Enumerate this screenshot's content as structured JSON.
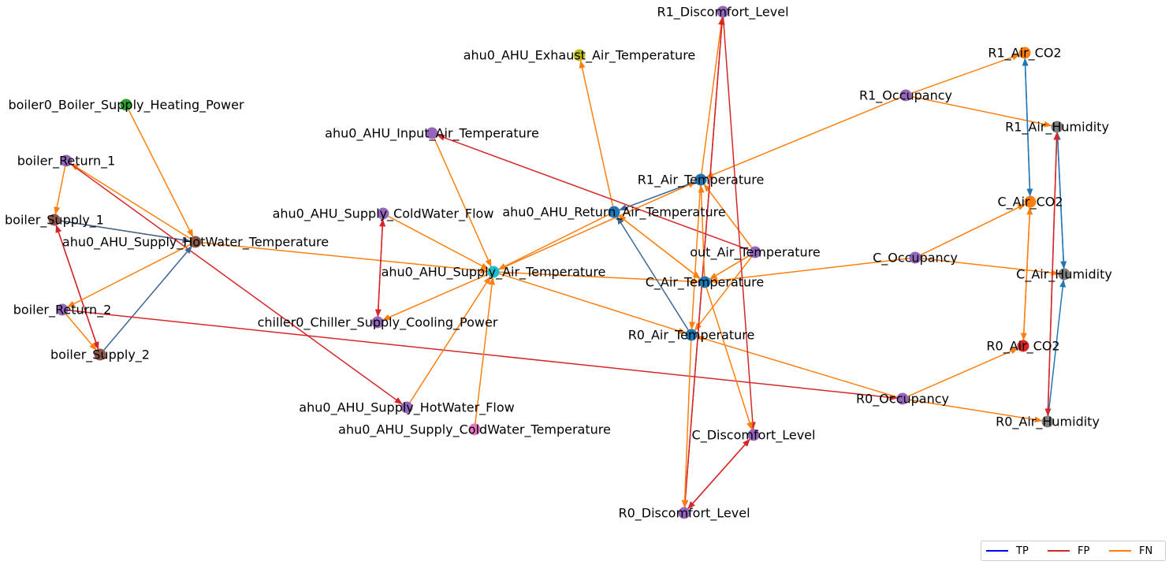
{
  "colors": {
    "TP": "#1f77b4",
    "FP": "#d62728",
    "FN": "#ff7f0e",
    "TP_dark": "#3b6695"
  },
  "legend": [
    {
      "label": "TP",
      "color": "#0000ff"
    },
    {
      "label": "FP",
      "color": "#d62728"
    },
    {
      "label": "FN",
      "color": "#ff7f0e"
    }
  ],
  "nodes": [
    {
      "id": "R1_Discomfort_Level",
      "label": "R1_Discomfort_Level",
      "color": "#9467bd"
    },
    {
      "id": "ahu0_AHU_Exhaust_Air_Temperature",
      "label": "ahu0_AHU_Exhaust_Air_Temperature",
      "color": "#bcbd22"
    },
    {
      "id": "R1_Air_CO2",
      "label": "R1_Air_CO2",
      "color": "#ff7f0e"
    },
    {
      "id": "boiler0_Boiler_Supply_Heating_Power",
      "label": "boiler0_Boiler_Supply_Heating_Power",
      "color": "#2ca02c"
    },
    {
      "id": "R1_Occupancy",
      "label": "R1_Occupancy",
      "color": "#9467bd"
    },
    {
      "id": "R1_Air_Humidity",
      "label": "R1_Air_Humidity",
      "color": "#7f7f7f"
    },
    {
      "id": "ahu0_AHU_Input_Air_Temperature",
      "label": "ahu0_AHU_Input_Air_Temperature",
      "color": "#9467bd"
    },
    {
      "id": "boiler_Return_1",
      "label": "boiler_Return_1",
      "color": "#9467bd"
    },
    {
      "id": "R1_Air_Temperature",
      "label": "R1_Air_Temperature",
      "color": "#1f77b4"
    },
    {
      "id": "C_Air_CO2",
      "label": "C_Air_CO2",
      "color": "#ff7f0e"
    },
    {
      "id": "ahu0_AHU_Supply_ColdWater_Flow",
      "label": "ahu0_AHU_Supply_ColdWater_Flow",
      "color": "#9467bd"
    },
    {
      "id": "ahu0_AHU_Return_Air_Temperature",
      "label": "ahu0_AHU_Return_Air_Temperature",
      "color": "#1f77b4"
    },
    {
      "id": "boiler_Supply_1",
      "label": "boiler_Supply_1",
      "color": "#8c564b"
    },
    {
      "id": "ahu0_AHU_Supply_HotWater_Temperature",
      "label": "ahu0_AHU_Supply_HotWater_Temperature",
      "color": "#8c564b"
    },
    {
      "id": "out_Air_Temperature",
      "label": "out_Air_Temperature",
      "color": "#9467bd"
    },
    {
      "id": "C_Occupancy",
      "label": "C_Occupancy",
      "color": "#9467bd"
    },
    {
      "id": "ahu0_AHU_Supply_Air_Temperature",
      "label": "ahu0_AHU_Supply_Air_Temperature",
      "color": "#17becf"
    },
    {
      "id": "C_Air_Humidity",
      "label": "C_Air_Humidity",
      "color": "#7f7f7f"
    },
    {
      "id": "C_Air_Temperature",
      "label": "C_Air_Temperature",
      "color": "#1f77b4"
    },
    {
      "id": "boiler_Return_2",
      "label": "boiler_Return_2",
      "color": "#9467bd"
    },
    {
      "id": "chiller0_Chiller_Supply_Cooling_Power",
      "label": "chiller0_Chiller_Supply_Cooling_Power",
      "color": "#9467bd"
    },
    {
      "id": "R0_Air_Temperature",
      "label": "R0_Air_Temperature",
      "color": "#1f77b4"
    },
    {
      "id": "R0_Air_CO2",
      "label": "R0_Air_CO2",
      "color": "#d62728"
    },
    {
      "id": "boiler_Supply_2",
      "label": "boiler_Supply_2",
      "color": "#8c564b"
    },
    {
      "id": "R0_Occupancy",
      "label": "R0_Occupancy",
      "color": "#9467bd"
    },
    {
      "id": "ahu0_AHU_Supply_HotWater_Flow",
      "label": "ahu0_AHU_Supply_HotWater_Flow",
      "color": "#9467bd"
    },
    {
      "id": "R0_Air_Humidity",
      "label": "R0_Air_Humidity",
      "color": "#7f7f7f"
    },
    {
      "id": "ahu0_AHU_Supply_ColdWater_Temperature",
      "label": "ahu0_AHU_Supply_ColdWater_Temperature",
      "color": "#e377c2"
    },
    {
      "id": "C_Discomfort_Level",
      "label": "C_Discomfort_Level",
      "color": "#9467bd"
    },
    {
      "id": "R0_Discomfort_Level",
      "label": "R0_Discomfort_Level",
      "color": "#9467bd"
    }
  ],
  "edges": [
    {
      "from": "boiler0_Boiler_Supply_Heating_Power",
      "to": "ahu0_AHU_Supply_HotWater_Temperature",
      "type": "FN"
    },
    {
      "from": "boiler_Return_1",
      "to": "boiler_Supply_1",
      "type": "FN"
    },
    {
      "from": "ahu0_AHU_Supply_HotWater_Temperature",
      "to": "boiler_Return_1",
      "type": "FN"
    },
    {
      "from": "boiler_Supply_1",
      "to": "ahu0_AHU_Supply_HotWater_Temperature",
      "type": "FN"
    },
    {
      "from": "boiler_Supply_1",
      "to": "boiler_Supply_2",
      "type": "FP"
    },
    {
      "from": "boiler_Supply_2",
      "to": "boiler_Supply_1",
      "type": "FP"
    },
    {
      "from": "boiler_Supply_1",
      "to": "ahu0_AHU_Supply_HotWater_Temperature",
      "type": "TP"
    },
    {
      "from": "boiler_Return_1",
      "to": "ahu0_AHU_Supply_HotWater_Flow",
      "type": "FP"
    },
    {
      "from": "boiler_Supply_2",
      "to": "ahu0_AHU_Supply_HotWater_Temperature",
      "type": "TP"
    },
    {
      "from": "ahu0_AHU_Supply_HotWater_Temperature",
      "to": "boiler_Return_2",
      "type": "FN"
    },
    {
      "from": "boiler_Return_2",
      "to": "boiler_Supply_2",
      "type": "FN"
    },
    {
      "from": "ahu0_AHU_Supply_HotWater_Temperature",
      "to": "ahu0_AHU_Supply_Air_Temperature",
      "type": "FN"
    },
    {
      "from": "boiler_Return_2",
      "to": "R0_Occupancy",
      "type": "FP"
    },
    {
      "from": "ahu0_AHU_Supply_ColdWater_Flow",
      "to": "chiller0_Chiller_Supply_Cooling_Power",
      "type": "FP"
    },
    {
      "from": "chiller0_Chiller_Supply_Cooling_Power",
      "to": "ahu0_AHU_Supply_ColdWater_Flow",
      "type": "FP"
    },
    {
      "from": "ahu0_AHU_Supply_ColdWater_Flow",
      "to": "ahu0_AHU_Supply_Air_Temperature",
      "type": "FN"
    },
    {
      "from": "ahu0_AHU_Supply_Air_Temperature",
      "to": "chiller0_Chiller_Supply_Cooling_Power",
      "type": "FN"
    },
    {
      "from": "ahu0_AHU_Input_Air_Temperature",
      "to": "ahu0_AHU_Supply_Air_Temperature",
      "type": "FN"
    },
    {
      "from": "ahu0_AHU_Supply_HotWater_Flow",
      "to": "ahu0_AHU_Supply_Air_Temperature",
      "type": "FN"
    },
    {
      "from": "ahu0_AHU_Supply_ColdWater_Temperature",
      "to": "ahu0_AHU_Supply_Air_Temperature",
      "type": "FN"
    },
    {
      "from": "ahu0_AHU_Return_Air_Temperature",
      "to": "ahu0_AHU_Exhaust_Air_Temperature",
      "type": "FN"
    },
    {
      "from": "ahu0_AHU_Return_Air_Temperature",
      "to": "ahu0_AHU_Supply_Air_Temperature",
      "type": "FN"
    },
    {
      "from": "ahu0_AHU_Supply_Air_Temperature",
      "to": "R1_Air_Temperature",
      "type": "FN"
    },
    {
      "from": "ahu0_AHU_Supply_Air_Temperature",
      "to": "C_Air_Temperature",
      "type": "FN"
    },
    {
      "from": "ahu0_AHU_Supply_Air_Temperature",
      "to": "R0_Air_Temperature",
      "type": "FN"
    },
    {
      "from": "R1_Air_Temperature",
      "to": "ahu0_AHU_Return_Air_Temperature",
      "type": "TP"
    },
    {
      "from": "C_Air_Temperature",
      "to": "ahu0_AHU_Return_Air_Temperature",
      "type": "FN"
    },
    {
      "from": "R0_Air_Temperature",
      "to": "ahu0_AHU_Return_Air_Temperature",
      "type": "TP"
    },
    {
      "from": "out_Air_Temperature",
      "to": "ahu0_AHU_Input_Air_Temperature",
      "type": "FP"
    },
    {
      "from": "out_Air_Temperature",
      "to": "R1_Air_Temperature",
      "type": "FN"
    },
    {
      "from": "out_Air_Temperature",
      "to": "C_Air_Temperature",
      "type": "FN"
    },
    {
      "from": "out_Air_Temperature",
      "to": "R0_Air_Temperature",
      "type": "FN"
    },
    {
      "from": "R1_Occupancy",
      "to": "R1_Air_Temperature",
      "type": "FN"
    },
    {
      "from": "R1_Occupancy",
      "to": "R1_Air_CO2",
      "type": "FN"
    },
    {
      "from": "R1_Occupancy",
      "to": "R1_Air_Humidity",
      "type": "FN"
    },
    {
      "from": "C_Occupancy",
      "to": "C_Air_Temperature",
      "type": "FN"
    },
    {
      "from": "C_Occupancy",
      "to": "C_Air_CO2",
      "type": "FN"
    },
    {
      "from": "C_Occupancy",
      "to": "C_Air_Humidity",
      "type": "FN"
    },
    {
      "from": "R0_Occupancy",
      "to": "R0_Air_Temperature",
      "type": "FN"
    },
    {
      "from": "R0_Occupancy",
      "to": "R0_Air_CO2",
      "type": "FN"
    },
    {
      "from": "R0_Occupancy",
      "to": "R0_Air_Humidity",
      "type": "FN"
    },
    {
      "from": "R1_Air_CO2",
      "to": "C_Air_CO2",
      "type": "TP"
    },
    {
      "from": "C_Air_CO2",
      "to": "R1_Air_CO2",
      "type": "TP"
    },
    {
      "from": "C_Air_CO2",
      "to": "R0_Air_CO2",
      "type": "FN"
    },
    {
      "from": "R0_Air_CO2",
      "to": "C_Air_CO2",
      "type": "FN"
    },
    {
      "from": "R1_Air_Humidity",
      "to": "C_Air_Humidity",
      "type": "TP"
    },
    {
      "from": "C_Air_Humidity",
      "to": "R1_Air_Humidity",
      "type": "TP"
    },
    {
      "from": "R0_Air_Humidity",
      "to": "C_Air_Humidity",
      "type": "TP"
    },
    {
      "from": "R0_Air_Humidity",
      "to": "R1_Air_Humidity",
      "type": "FP"
    },
    {
      "from": "R1_Air_Humidity",
      "to": "R0_Air_Humidity",
      "type": "FP"
    },
    {
      "from": "R1_Air_Temperature",
      "to": "R1_Discomfort_Level",
      "type": "FN"
    },
    {
      "from": "R1_Discomfort_Level",
      "to": "R0_Discomfort_Level",
      "type": "FP"
    },
    {
      "from": "R0_Discomfort_Level",
      "to": "R1_Discomfort_Level",
      "type": "FP"
    },
    {
      "from": "R1_Discomfort_Level",
      "to": "C_Discomfort_Level",
      "type": "FP"
    },
    {
      "from": "C_Discomfort_Level",
      "to": "R0_Discomfort_Level",
      "type": "FP"
    },
    {
      "from": "R0_Discomfort_Level",
      "to": "C_Discomfort_Level",
      "type": "FP"
    },
    {
      "from": "C_Air_Temperature",
      "to": "C_Discomfort_Level",
      "type": "FN"
    },
    {
      "from": "R0_Air_Temperature",
      "to": "R0_Discomfort_Level",
      "type": "FN"
    },
    {
      "from": "C_Air_Temperature",
      "to": "R1_Air_Temperature",
      "type": "FN"
    },
    {
      "from": "R1_Air_Temperature",
      "to": "R0_Air_Temperature",
      "type": "FN"
    },
    {
      "from": "ahu0_AHU_Return_Air_Temperature",
      "to": "C_Air_Temperature",
      "type": "FN"
    }
  ]
}
